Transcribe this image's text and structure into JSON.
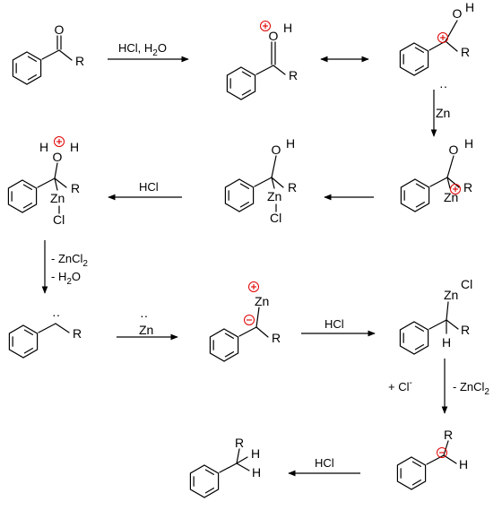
{
  "colors": {
    "ink": "#000000",
    "charge": "#e00000",
    "background": "#ffffff"
  },
  "atoms": {
    "O": "O",
    "H": "H",
    "R": "R",
    "Zn": "Zn",
    "Cl": "Cl"
  },
  "charges": {
    "plus": "+",
    "minus": "−"
  },
  "lone_pair": "··",
  "arrow_labels": {
    "step1_main": "HCl, H",
    "step1_sub": "2",
    "step1_tail": "O",
    "zn_reagent": "Zn",
    "hcl": "HCl",
    "loss1_line1_main": "- ZnCl",
    "loss1_line1_sub": "2",
    "loss1_line2_main": "- H",
    "loss1_line2_sub": "2",
    "loss1_line2_tail": "O",
    "cl_add_main": "+ Cl",
    "cl_add_sup": "-",
    "zncl2_loss_main": "- ZnCl",
    "zncl2_loss_sub": "2"
  }
}
